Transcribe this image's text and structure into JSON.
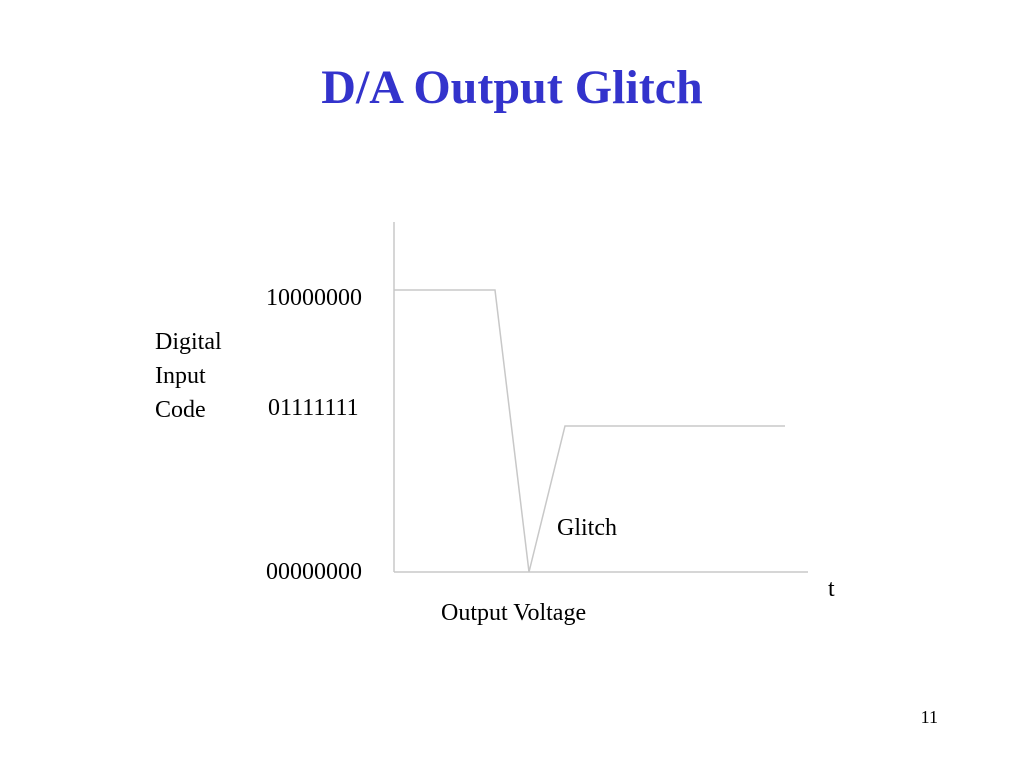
{
  "slide": {
    "title": "D/A Output Glitch",
    "page_number": "11",
    "title_color": "#3333CC"
  },
  "diagram": {
    "y_axis_title_lines": [
      "Digital",
      "Input",
      "Code"
    ],
    "y_ticks": [
      "10000000",
      "01111111",
      "00000000"
    ],
    "x_axis_label": "t",
    "caption": "Output Voltage",
    "glitch_label": "Glitch",
    "line_color": "#C8C8C8"
  }
}
